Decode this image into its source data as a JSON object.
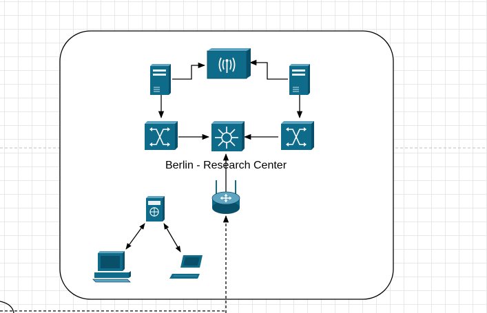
{
  "diagram": {
    "container_label": "Berlin - Research Center",
    "colors": {
      "device": "#0e6b8a",
      "device_light": "#5fa4c0",
      "device_dark": "#0a4f69",
      "edge": "#000000",
      "page_break": "#bdbdbd",
      "grid": "#e8e8e8"
    },
    "nodes": [
      {
        "id": "wireless-ap",
        "icon": "access-point-icon"
      },
      {
        "id": "server-left",
        "icon": "server-tower-icon"
      },
      {
        "id": "server-right",
        "icon": "server-tower-icon"
      },
      {
        "id": "switch-left",
        "icon": "switch-icon"
      },
      {
        "id": "switch-center",
        "icon": "core-switch-icon"
      },
      {
        "id": "switch-right",
        "icon": "switch-icon"
      },
      {
        "id": "router",
        "icon": "router-icon"
      },
      {
        "id": "lan-server",
        "icon": "web-server-icon"
      },
      {
        "id": "desktop-pc",
        "icon": "desktop-computer-icon"
      },
      {
        "id": "laptop",
        "icon": "laptop-icon"
      }
    ],
    "edges": [
      {
        "from": "server-left",
        "to": "wireless-ap",
        "style": "solid",
        "arrow": "end"
      },
      {
        "from": "server-right",
        "to": "wireless-ap",
        "style": "solid",
        "arrow": "end"
      },
      {
        "from": "server-left",
        "to": "switch-left",
        "style": "solid",
        "arrow": "end"
      },
      {
        "from": "server-right",
        "to": "switch-right",
        "style": "solid",
        "arrow": "end"
      },
      {
        "from": "switch-left",
        "to": "switch-center",
        "style": "solid",
        "arrow": "end"
      },
      {
        "from": "switch-right",
        "to": "switch-center",
        "style": "solid",
        "arrow": "end"
      },
      {
        "from": "router",
        "to": "switch-center",
        "style": "solid",
        "arrow": "end"
      },
      {
        "from": "lan-server",
        "to": "desktop-pc",
        "style": "solid",
        "arrow": "both"
      },
      {
        "from": "lan-server",
        "to": "laptop",
        "style": "solid",
        "arrow": "both"
      },
      {
        "from": "external-node",
        "to": "router",
        "style": "dashed",
        "arrow": "end"
      }
    ]
  }
}
